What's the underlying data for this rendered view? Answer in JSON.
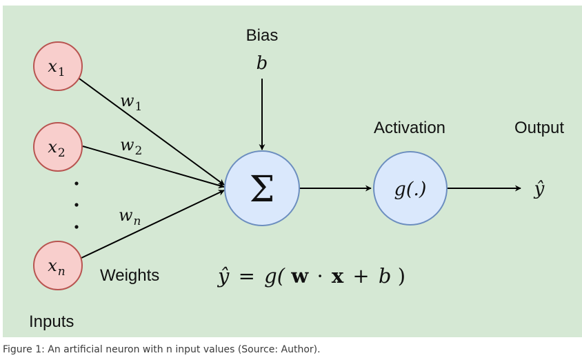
{
  "diagram": {
    "colors": {
      "panel": "#d5e8d4",
      "input_fill": "#f8cecc",
      "input_stroke": "#b85450",
      "node_fill": "#dae8fc",
      "node_stroke": "#6c8ebf",
      "line": "#000000"
    },
    "labels": {
      "bias": "Bias",
      "bias_symbol": "b",
      "activation": "Activation",
      "output": "Output",
      "weights": "Weights",
      "inputs": "Inputs",
      "sum_symbol": "Σ",
      "activation_fn": "g(.)",
      "output_symbol": "ŷ"
    },
    "inputs": [
      {
        "base": "x",
        "sub": "1"
      },
      {
        "base": "x",
        "sub": "2"
      },
      {
        "base": "x",
        "sub": "n"
      }
    ],
    "weights": [
      {
        "base": "w",
        "sub": "1"
      },
      {
        "base": "w",
        "sub": "2"
      },
      {
        "base": "w",
        "sub": "n"
      }
    ],
    "formula": {
      "lhs": "ŷ",
      "eq": "=",
      "fn": "g(",
      "w": "w",
      "dot": "·",
      "x": "x",
      "plus": "+",
      "b": "b",
      "close": ")"
    },
    "caption": "Figure 1: An artificial neuron with n input values (Source: Author)."
  }
}
